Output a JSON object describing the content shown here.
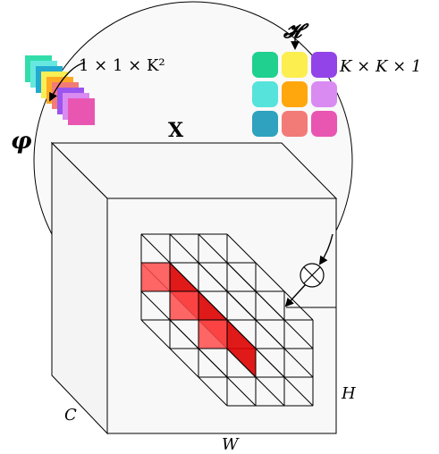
{
  "labels": {
    "filter_generator": "φ",
    "kernel": "𝓗",
    "kernel_dims": "K × K × 1",
    "generated_dims": "1 × 1 × K²",
    "input_tensor": "X",
    "dim_c": "C",
    "dim_w": "W",
    "dim_h": "H",
    "operator": "⊗"
  },
  "colors": {
    "kernel_grid": [
      [
        "#1fd08e",
        "#fcee4f",
        "#9244e8"
      ],
      [
        "#56e3dc",
        "#ffa70d",
        "#d98bf2"
      ],
      [
        "#2ea2bf",
        "#f27b78",
        "#e956b2"
      ]
    ],
    "stack_layers": [
      "#33ddaa",
      "#66e8e0",
      "#22aad0",
      "#f8ee55",
      "#ffaa22",
      "#f27b78",
      "#9b55ee",
      "#d98bf2",
      "#e956b2"
    ],
    "highlight_front": "#ff4b4b",
    "highlight_side": "#dd0000",
    "cube_face": "#f7f7f7"
  }
}
